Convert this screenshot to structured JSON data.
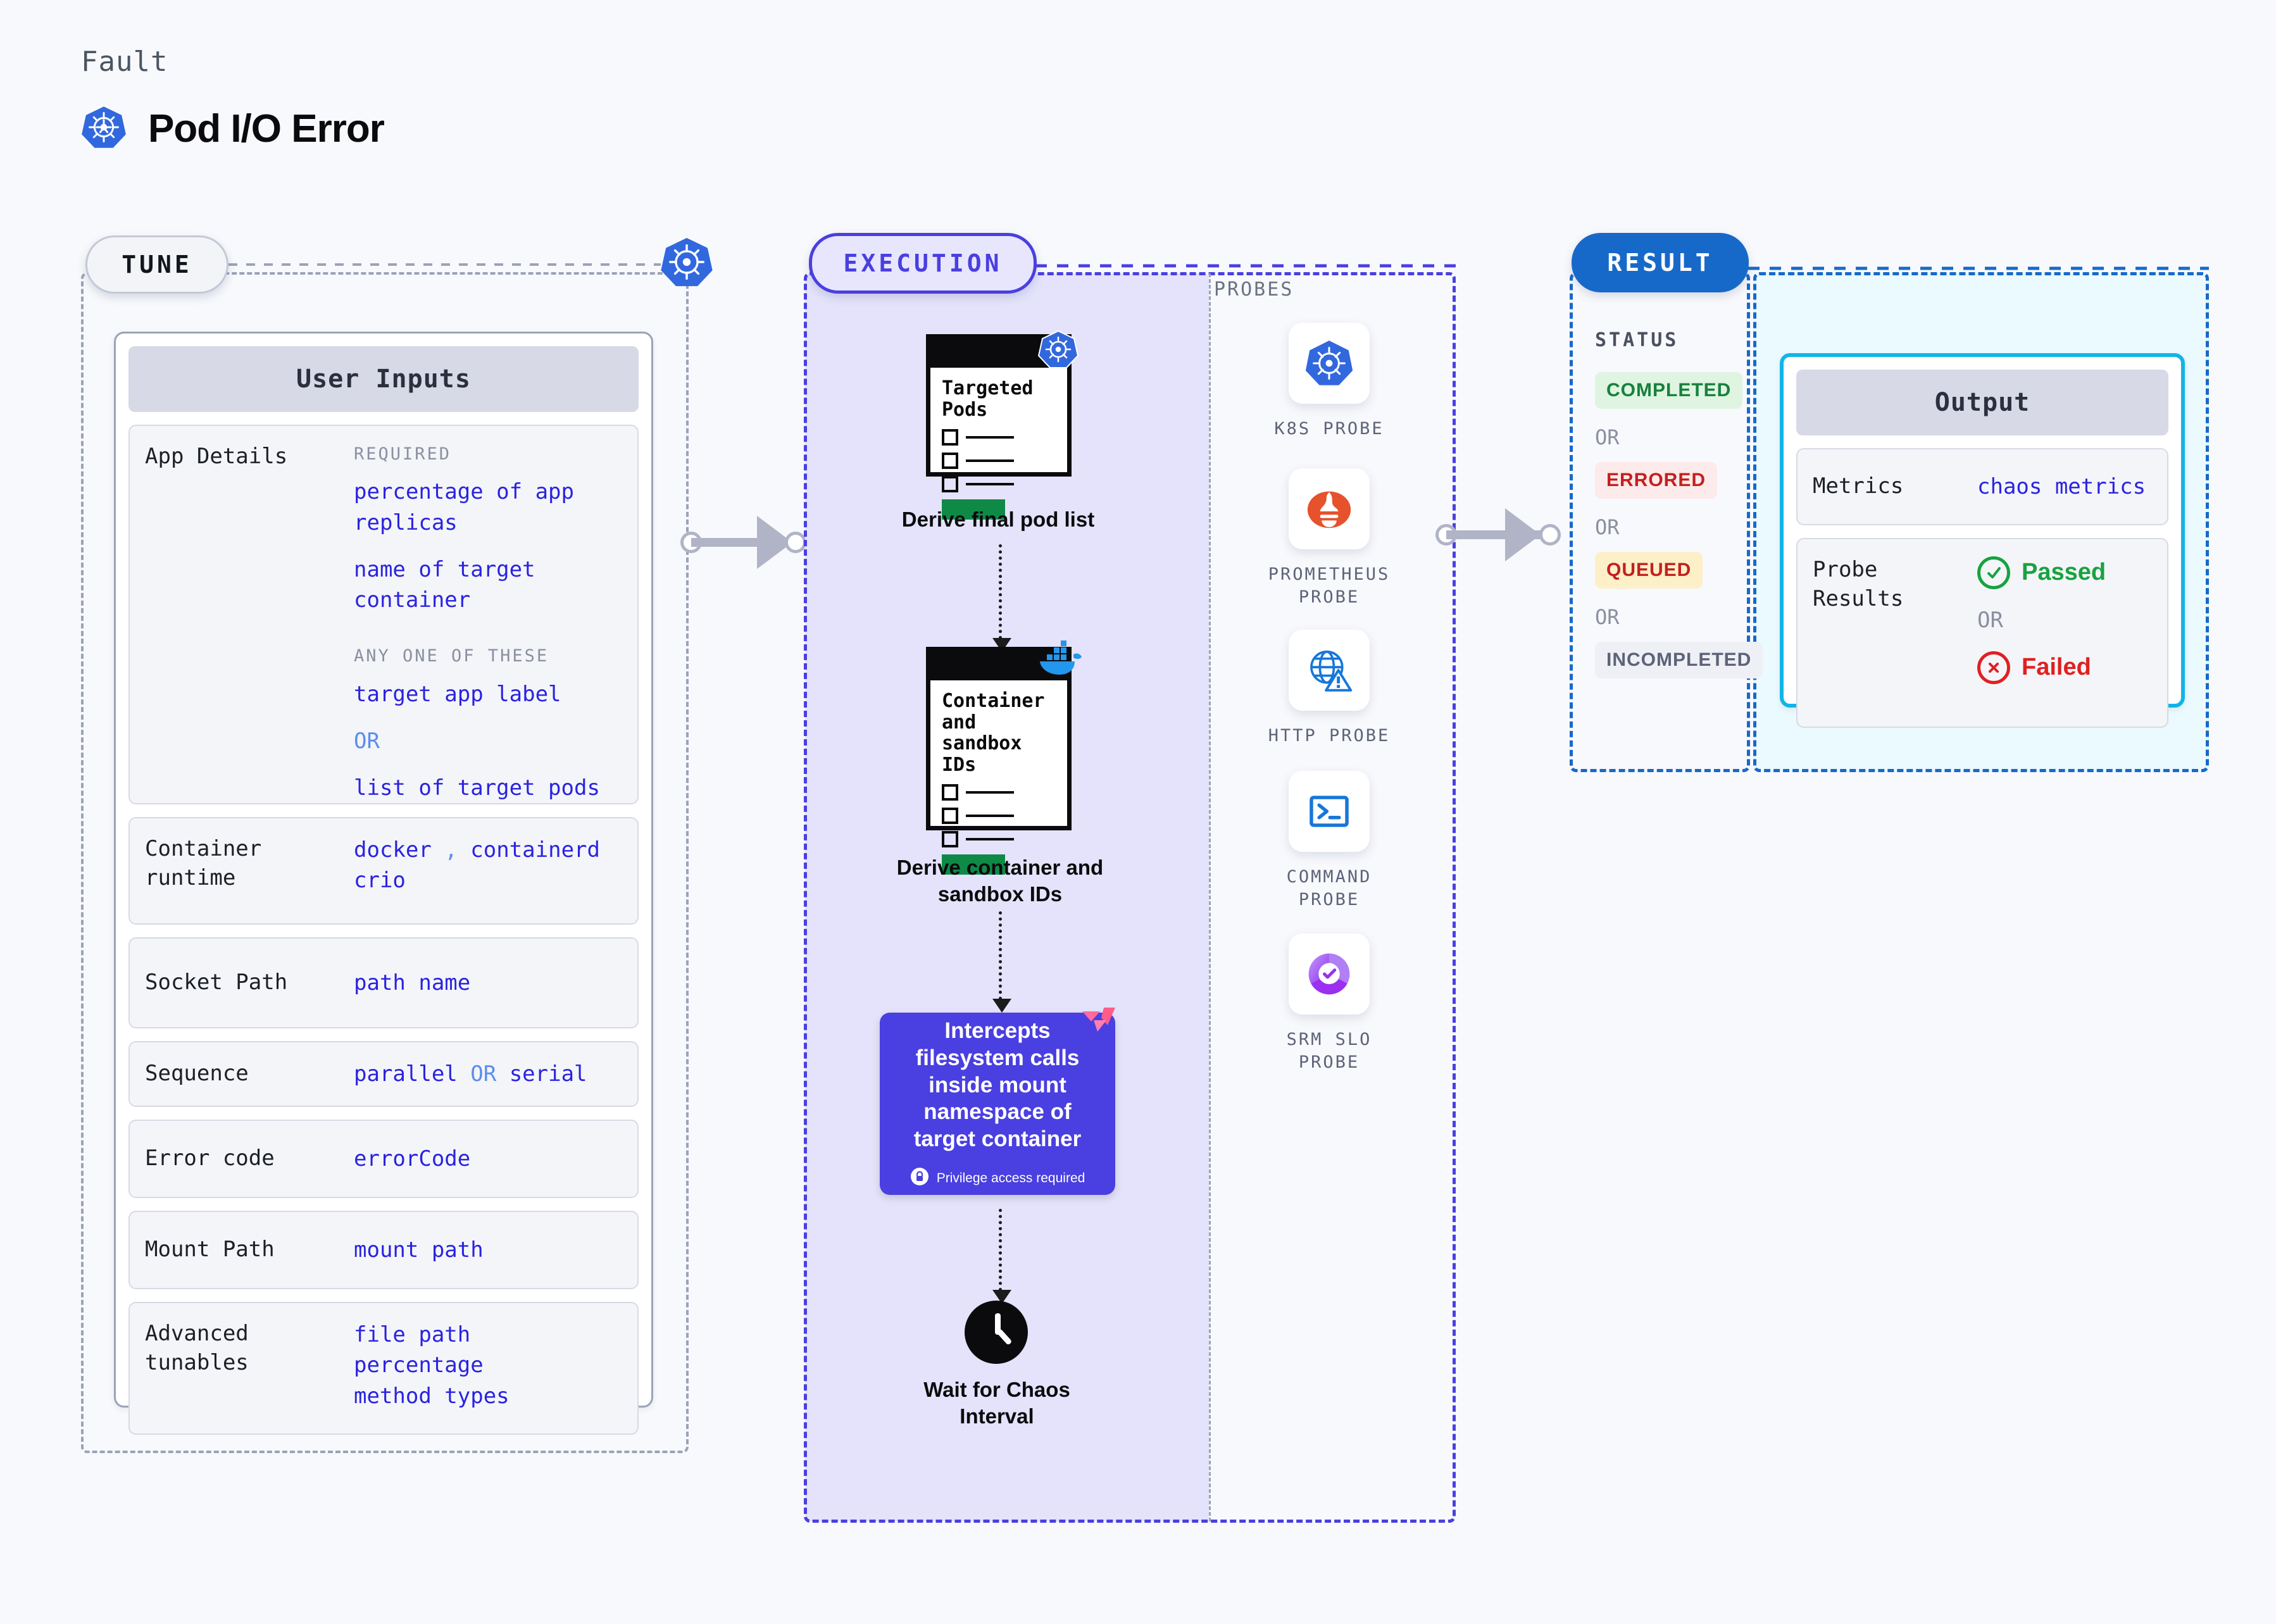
{
  "header": {
    "eyebrow": "Fault",
    "title": "Pod I/O Error",
    "icon": "kubernetes-icon"
  },
  "tune": {
    "pill_label": "TUNE",
    "card_title": "User Inputs",
    "fields": [
      {
        "label": "App Details",
        "groups": [
          {
            "caption": "REQUIRED",
            "values": [
              "percentage of app replicas",
              "name of target container"
            ]
          },
          {
            "caption": "ANY ONE OF THESE",
            "values": [
              "target app label",
              "OR",
              "list of target pods"
            ]
          }
        ]
      },
      {
        "label": "Container runtime",
        "values_line1": "docker , containerd",
        "values_line2": "crio"
      },
      {
        "label": "Socket Path",
        "values_line1": "path name"
      },
      {
        "label": "Sequence",
        "values_line1": "parallel OR serial"
      },
      {
        "label": "Error code",
        "values_line1": "errorCode"
      },
      {
        "label": "Mount Path",
        "values_line1": "mount path"
      },
      {
        "label": "Advanced tunables",
        "values_line1": "file path",
        "values_line2": "percentage",
        "values_line3": "method types"
      }
    ],
    "literals": {
      "required": "REQUIRED",
      "any_one": "ANY ONE OF THESE",
      "percentage_of_app_replicas": "percentage of app replicas",
      "name_of_target_container": "name of target container",
      "target_app_label": "target app label",
      "or": "OR",
      "list_of_target_pods": "list of target pods",
      "docker": "docker",
      "comma": ",",
      "containerd": "containerd",
      "crio": "crio",
      "path_name": "path name",
      "parallel": "parallel",
      "serial": "serial",
      "errorCode": "errorCode",
      "mount_path": "mount path",
      "file_path": "file path",
      "percentage": "percentage",
      "method_types": "method types",
      "label_app_details": "App Details",
      "label_container_runtime": "Container runtime",
      "label_socket_path": "Socket Path",
      "label_sequence": "Sequence",
      "label_error_code": "Error code",
      "label_mount_path": "Mount Path",
      "label_advanced": "Advanced tunables"
    }
  },
  "execution": {
    "pill_label": "EXECUTION",
    "steps": [
      {
        "card_title": "Targeted Pods",
        "caption": "Derive final pod list",
        "badge": "kubernetes-icon"
      },
      {
        "card_title": "Container and sandbox IDs",
        "caption": "Derive container and sandbox IDs",
        "badge": "docker-icon"
      }
    ],
    "chaos": {
      "text": "Intercepts filesystem calls inside mount namespace of target container",
      "privilege_note": "Privilege access required",
      "badge": "litmus-icon",
      "color": "#4a3fe0"
    },
    "wait": {
      "caption": "Wait for Chaos Interval",
      "icon": "clock-icon"
    }
  },
  "probes": {
    "section_label": "PROBES",
    "items": [
      {
        "name": "K8S PROBE",
        "icon": "kubernetes-icon"
      },
      {
        "name": "PROMETHEUS PROBE",
        "icon": "prometheus-icon"
      },
      {
        "name": "HTTP PROBE",
        "icon": "http-globe-warning-icon"
      },
      {
        "name": "COMMAND PROBE",
        "icon": "terminal-icon"
      },
      {
        "name": "SRM SLO PROBE",
        "icon": "srm-slo-icon"
      }
    ]
  },
  "result": {
    "pill_label": "RESULT",
    "status_label": "STATUS",
    "or_label": "OR",
    "statuses": [
      {
        "text": "COMPLETED",
        "bg": "#dff5e1",
        "fg": "#17803d"
      },
      {
        "text": "ERRORED",
        "bg": "#fdeaea",
        "fg": "#c32020"
      },
      {
        "text": "QUEUED",
        "bg": "#fdefc8",
        "fg": "#c32020"
      },
      {
        "text": "INCOMPLETED",
        "bg": "#eef0f5",
        "fg": "#5d6378"
      }
    ],
    "output": {
      "card_title": "Output",
      "metrics_label": "Metrics",
      "metrics_value": "chaos metrics",
      "probe_results_label": "Probe Results",
      "passed": "Passed",
      "failed": "Failed",
      "or": "OR"
    }
  }
}
